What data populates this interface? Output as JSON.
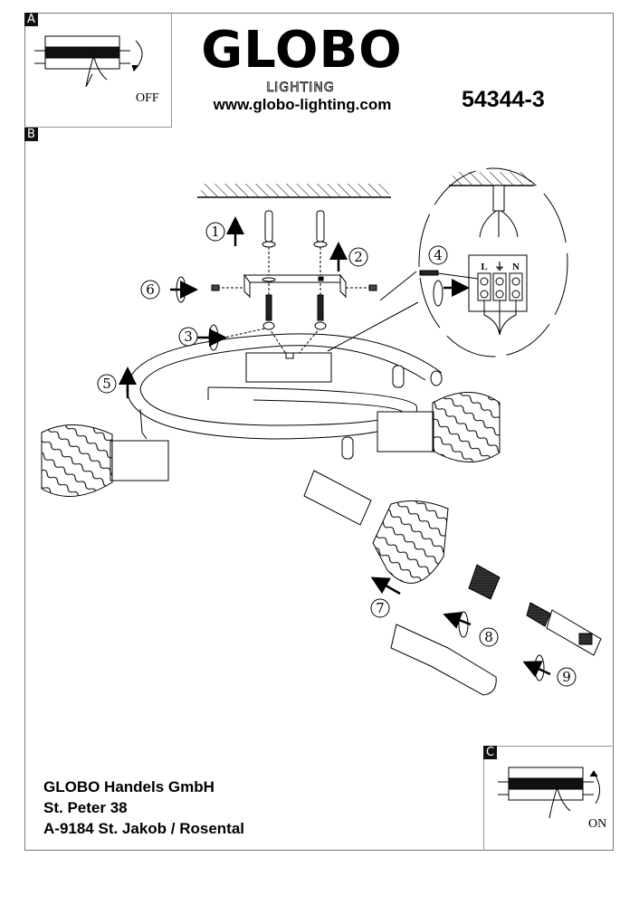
{
  "header": {
    "brand": "GLOBO",
    "brand_sub": "LIGHTING",
    "website": "www.globo-lighting.com",
    "model_number": "54344-3"
  },
  "panels": {
    "a": {
      "tag": "A",
      "switch_label": "OFF"
    },
    "b": {
      "tag": "B"
    },
    "c": {
      "tag": "C",
      "switch_label": "ON"
    }
  },
  "steps": [
    "1",
    "2",
    "3",
    "4",
    "5",
    "6",
    "7",
    "8",
    "9"
  ],
  "terminal_block": {
    "labels": [
      "L",
      "⏚",
      "N"
    ]
  },
  "footer": {
    "address_lines": [
      "GLOBO Handels GmbH",
      "St. Peter 38",
      "A-9184 St. Jakob / Rosental"
    ]
  }
}
